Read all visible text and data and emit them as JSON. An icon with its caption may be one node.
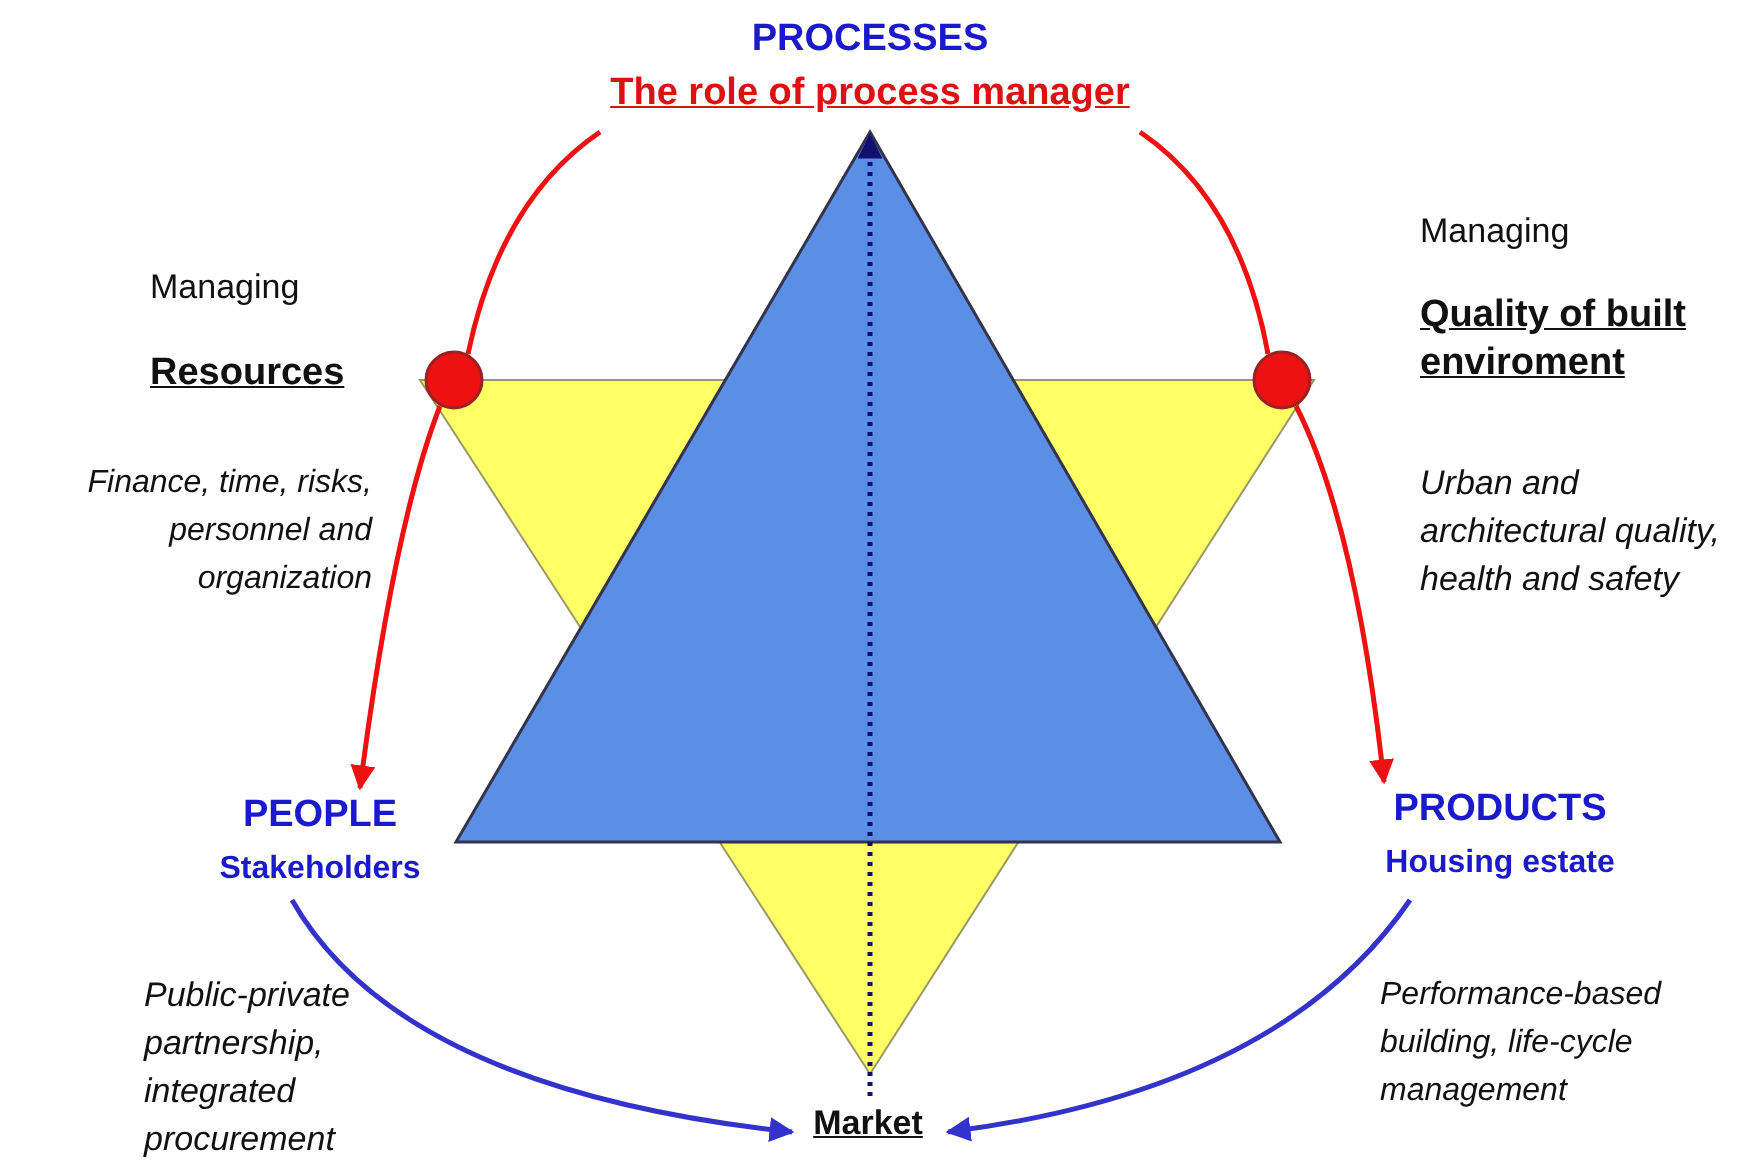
{
  "diagram": {
    "nodes": [
      {
        "text": [
          "PROCESSES",
          "The role of process manager"
        ]
      },
      {
        "text": [
          "PEOPLE",
          "Stakeholders"
        ]
      },
      {
        "text": [
          "PRODUCTS",
          "Housing estate"
        ]
      },
      {
        "text": [
          "Market"
        ]
      },
      {
        "text": [],
        "shape": "circle"
      },
      {
        "text": [],
        "shape": "circle"
      }
    ],
    "edges": [
      {
        "from": 0,
        "to": 4,
        "arrow": "none"
      },
      {
        "from": 4,
        "to": 1,
        "arrow": "to"
      },
      {
        "from": 0,
        "to": 5,
        "arrow": "none"
      },
      {
        "from": 5,
        "to": 2,
        "arrow": "to"
      },
      {
        "from": 1,
        "to": 3,
        "arrow": "to",
        "color": "#3333cc"
      },
      {
        "from": 2,
        "to": 3,
        "arrow": "to",
        "color": "#3333cc"
      },
      {
        "from": 3,
        "to": 0,
        "arrow": "to",
        "style": "dashed",
        "color": "#10106e"
      }
    ],
    "labels": [
      "Managing",
      "Managing",
      "Resources",
      "Quality of built enviroment",
      "Finance, time, risks, personnel and organization",
      "Urban and architectural quality, health and safety",
      "Public-private partnership, integrated procurement",
      "Performance-based building, life-cycle management"
    ]
  }
}
